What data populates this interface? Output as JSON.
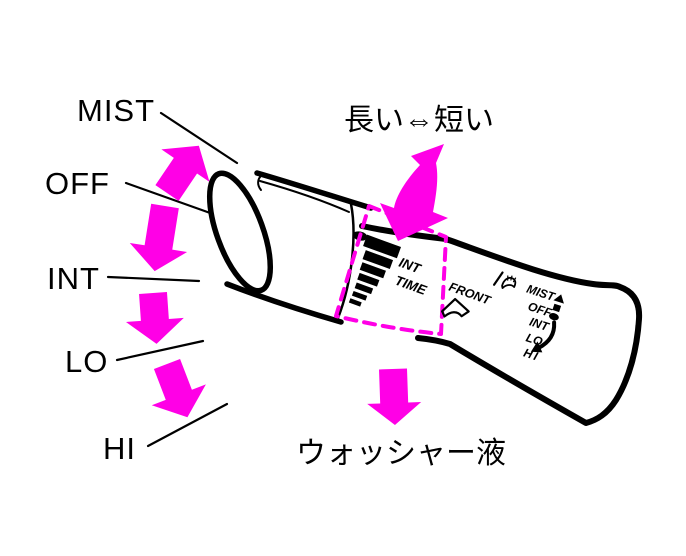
{
  "colors": {
    "ink": "#000000",
    "accent": "#FF00E6",
    "background": "#FFFFFF"
  },
  "left_labels": [
    {
      "label": "MIST"
    },
    {
      "label": "OFF"
    },
    {
      "label": "INT"
    },
    {
      "label": "LO"
    },
    {
      "label": "HI"
    }
  ],
  "annotations": {
    "rotate_range": "長い⇔短い",
    "washer": "ウォッシャー液"
  },
  "stalk": {
    "int_time": {
      "line1": "INT",
      "line2": "TIME"
    },
    "front": "FRONT",
    "panel": [
      {
        "label": "MIST"
      },
      {
        "label": "OFF"
      },
      {
        "label": "INT"
      },
      {
        "label": "LO"
      },
      {
        "label": "HI"
      }
    ]
  },
  "icons": {
    "front_wiper": "wiper-icon",
    "washer_spray": "washer-spray-icon",
    "mist_up_marker": "up-triangle-icon",
    "off_marker": "square-stop-icon",
    "int_marker": "dot-icon",
    "speed_curve": "curved-down-arrow-icon"
  }
}
